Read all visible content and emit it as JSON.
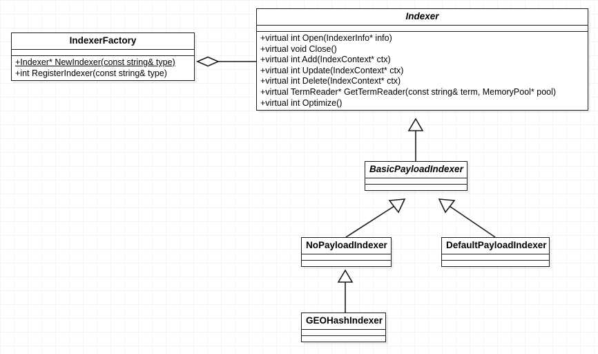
{
  "diagram": {
    "title": "Indexer class hierarchy UML diagram",
    "background_color": "#ffffff",
    "grid_color": "#f4f4f6",
    "line_color": "#1a1a1a"
  },
  "classes": {
    "indexer": {
      "name": "Indexer",
      "stereotype": "abstract",
      "attributes": [],
      "operations": [
        "+virtual int Open(IndexerInfo* info)",
        "+virtual void Close()",
        "+virtual int Add(IndexContext* ctx)",
        "+virtual int Update(IndexContext* ctx)",
        "+virtual int Delete(IndexContext* ctx)",
        "+virtual TermReader* GetTermReader(const string& term, MemoryPool* pool)",
        "+virtual int Optimize()"
      ]
    },
    "indexer_factory": {
      "name": "IndexerFactory",
      "stereotype": "concrete",
      "attributes": [],
      "operations": [
        "+Indexer* NewIndexer(const string& type)",
        "+int RegisterIndexer(const string& type)"
      ]
    },
    "basic_payload_indexer": {
      "name": "BasicPayloadIndexer",
      "stereotype": "abstract",
      "attributes": [],
      "operations": []
    },
    "no_payload_indexer": {
      "name": "NoPayloadIndexer",
      "stereotype": "concrete",
      "attributes": [],
      "operations": []
    },
    "default_payload_indexer": {
      "name": "DefaultPayloadIndexer",
      "stereotype": "concrete",
      "attributes": [],
      "operations": []
    },
    "geohash_indexer": {
      "name": "GEOHashIndexer",
      "stereotype": "concrete",
      "attributes": [],
      "operations": []
    }
  },
  "relationships": [
    {
      "type": "aggregation",
      "from": "indexer_factory",
      "to": "indexer",
      "marker": "hollow-diamond"
    },
    {
      "type": "generalization",
      "from": "basic_payload_indexer",
      "to": "indexer",
      "marker": "hollow-triangle"
    },
    {
      "type": "generalization",
      "from": "no_payload_indexer",
      "to": "basic_payload_indexer",
      "marker": "hollow-triangle"
    },
    {
      "type": "generalization",
      "from": "default_payload_indexer",
      "to": "basic_payload_indexer",
      "marker": "hollow-triangle"
    },
    {
      "type": "generalization",
      "from": "geohash_indexer",
      "to": "no_payload_indexer",
      "marker": "hollow-triangle"
    }
  ]
}
